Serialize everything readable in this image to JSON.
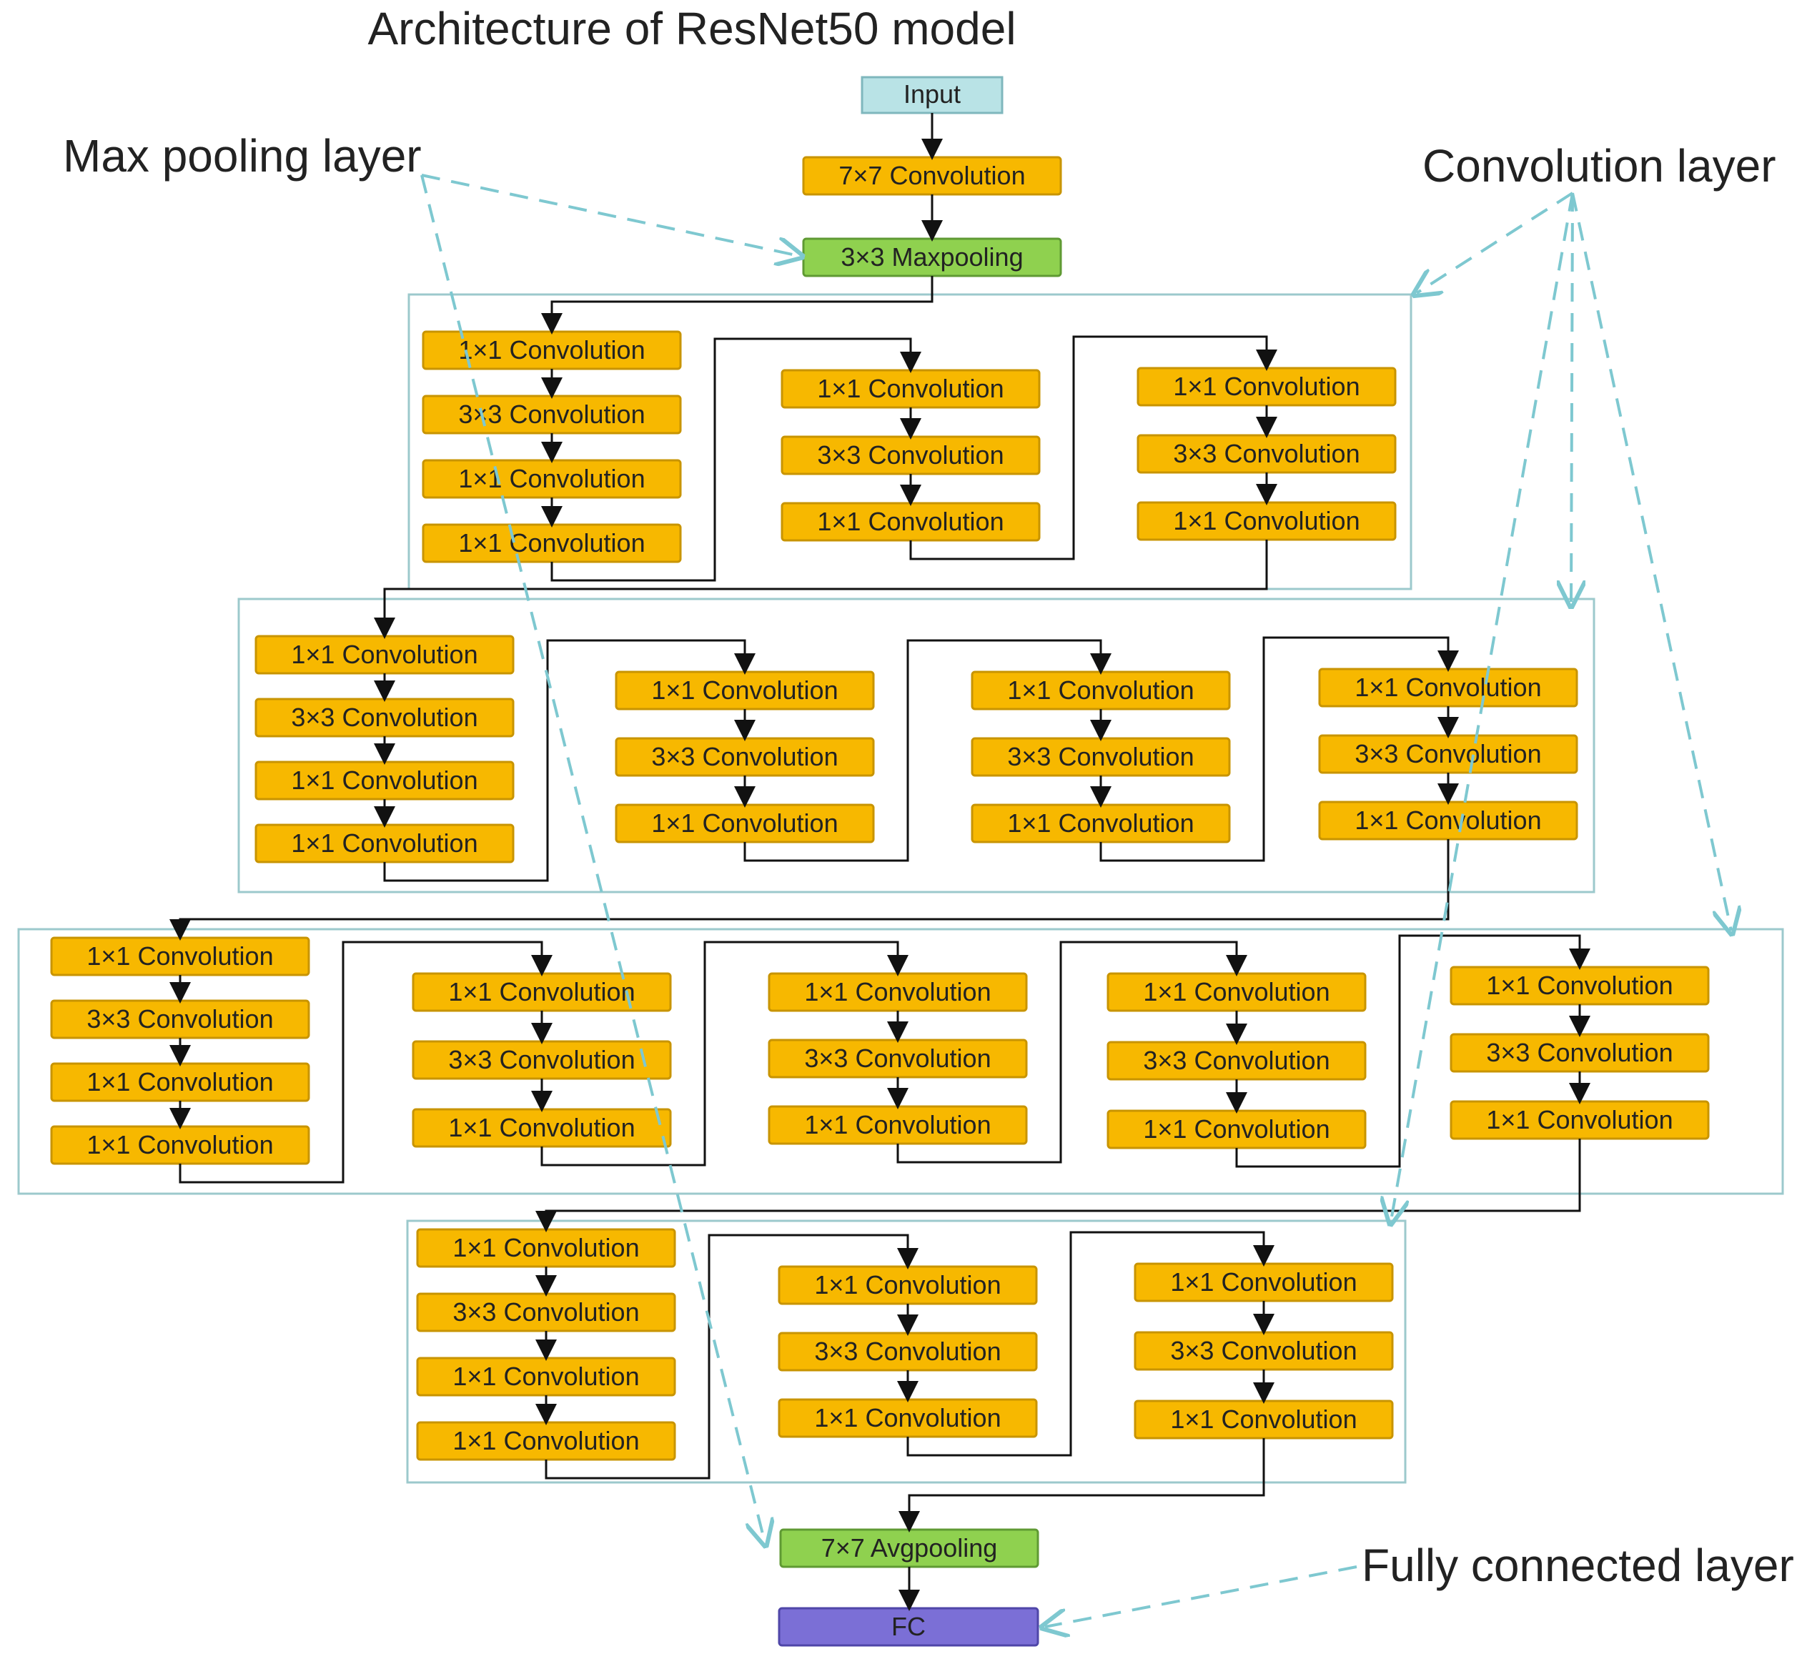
{
  "title": "Architecture of  ResNet50 model",
  "colors": {
    "input_fill": "#b9e3e6",
    "input_stroke": "#7fb7bd",
    "conv_fill": "#f7b800",
    "conv_stroke": "#c89400",
    "pool_fill": "#8fd14f",
    "pool_stroke": "#5f9a33",
    "fc_fill": "#7b6fd6",
    "fc_stroke": "#4f46a8",
    "callout": "#7ec8d0",
    "stage_border": "#9cc9cc",
    "flow_line": "#111111"
  },
  "annotations": {
    "max_pooling": "Max pooling layer",
    "convolution": "Convolution layer",
    "fully_connected": "Fully connected layer"
  },
  "nodes": {
    "input": "Input",
    "conv7": "7×7 Convolution",
    "maxpool": "3×3 Maxpooling",
    "avgpool": "7×7 Avgpooling",
    "fc": "FC"
  },
  "stages": [
    {
      "name": "stage-1",
      "blocks": [
        [
          "1×1 Convolution",
          "3×3 Convolution",
          "1×1 Convolution",
          "1×1 Convolution"
        ],
        [
          "1×1 Convolution",
          "3×3 Convolution",
          "1×1 Convolution"
        ],
        [
          "1×1 Convolution",
          "3×3 Convolution",
          "1×1 Convolution"
        ]
      ]
    },
    {
      "name": "stage-2",
      "blocks": [
        [
          "1×1 Convolution",
          "3×3 Convolution",
          "1×1 Convolution",
          "1×1 Convolution"
        ],
        [
          "1×1 Convolution",
          "3×3 Convolution",
          "1×1 Convolution"
        ],
        [
          "1×1 Convolution",
          "3×3 Convolution",
          "1×1 Convolution"
        ],
        [
          "1×1 Convolution",
          "3×3 Convolution",
          "1×1 Convolution"
        ]
      ]
    },
    {
      "name": "stage-3",
      "blocks": [
        [
          "1×1 Convolution",
          "3×3 Convolution",
          "1×1 Convolution",
          "1×1 Convolution"
        ],
        [
          "1×1 Convolution",
          "3×3 Convolution",
          "1×1 Convolution"
        ],
        [
          "1×1 Convolution",
          "3×3 Convolution",
          "1×1 Convolution"
        ],
        [
          "1×1 Convolution",
          "3×3 Convolution",
          "1×1 Convolution"
        ],
        [
          "1×1 Convolution",
          "3×3 Convolution",
          "1×1 Convolution"
        ]
      ]
    },
    {
      "name": "stage-4",
      "blocks": [
        [
          "1×1 Convolution",
          "3×3 Convolution",
          "1×1 Convolution",
          "1×1 Convolution"
        ],
        [
          "1×1 Convolution",
          "3×3 Convolution",
          "1×1 Convolution"
        ],
        [
          "1×1 Convolution",
          "3×3 Convolution",
          "1×1 Convolution"
        ]
      ]
    }
  ]
}
